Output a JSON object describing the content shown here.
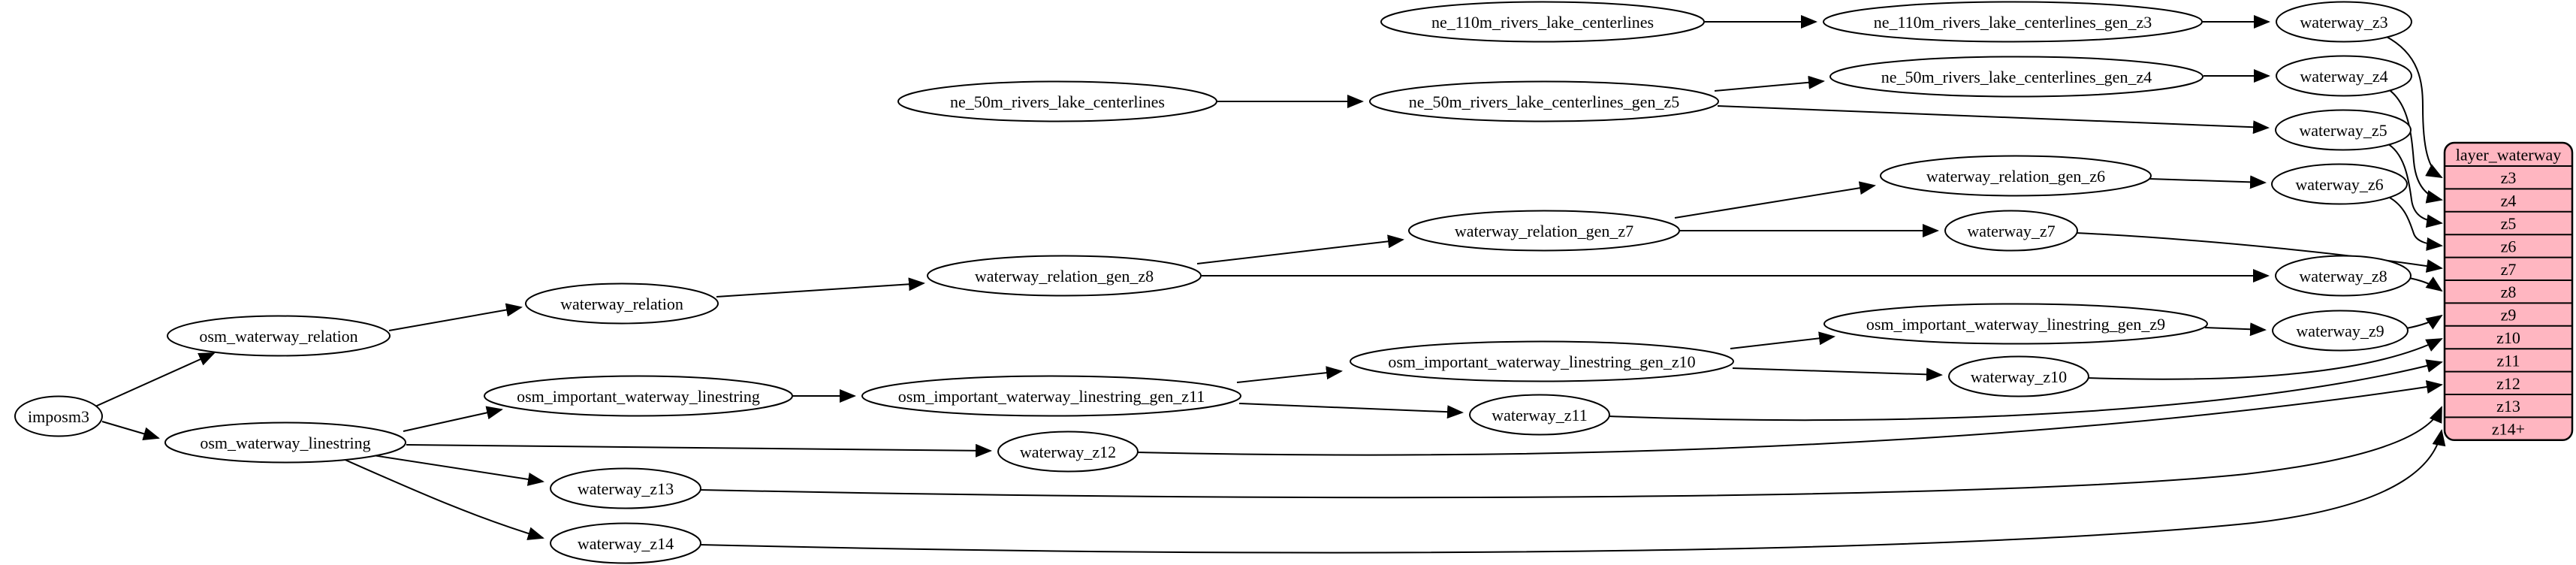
{
  "graph": {
    "background": "#ffffff",
    "node_fill": "#ffffff",
    "node_stroke": "#000000",
    "edge_color": "#000000",
    "nodes": [
      {
        "id": "imposm3",
        "label": "imposm3"
      },
      {
        "id": "osm_waterway_relation",
        "label": "osm_waterway_relation"
      },
      {
        "id": "osm_waterway_linestring",
        "label": "osm_waterway_linestring"
      },
      {
        "id": "waterway_relation",
        "label": "waterway_relation"
      },
      {
        "id": "waterway_relation_gen_z8",
        "label": "waterway_relation_gen_z8"
      },
      {
        "id": "waterway_relation_gen_z7",
        "label": "waterway_relation_gen_z7"
      },
      {
        "id": "waterway_relation_gen_z6",
        "label": "waterway_relation_gen_z6"
      },
      {
        "id": "ne_110m_rivers_lake_centerlines",
        "label": "ne_110m_rivers_lake_centerlines"
      },
      {
        "id": "ne_110m_rivers_lake_centerlines_gen_z3",
        "label": "ne_110m_rivers_lake_centerlines_gen_z3"
      },
      {
        "id": "ne_50m_rivers_lake_centerlines",
        "label": "ne_50m_rivers_lake_centerlines"
      },
      {
        "id": "ne_50m_rivers_lake_centerlines_gen_z5",
        "label": "ne_50m_rivers_lake_centerlines_gen_z5"
      },
      {
        "id": "ne_50m_rivers_lake_centerlines_gen_z4",
        "label": "ne_50m_rivers_lake_centerlines_gen_z4"
      },
      {
        "id": "osm_important_waterway_linestring",
        "label": "osm_important_waterway_linestring"
      },
      {
        "id": "osm_important_waterway_linestring_gen_z11",
        "label": "osm_important_waterway_linestring_gen_z11"
      },
      {
        "id": "osm_important_waterway_linestring_gen_z10",
        "label": "osm_important_waterway_linestring_gen_z10"
      },
      {
        "id": "osm_important_waterway_linestring_gen_z9",
        "label": "osm_important_waterway_linestring_gen_z9"
      },
      {
        "id": "waterway_z3",
        "label": "waterway_z3"
      },
      {
        "id": "waterway_z4",
        "label": "waterway_z4"
      },
      {
        "id": "waterway_z5",
        "label": "waterway_z5"
      },
      {
        "id": "waterway_z6",
        "label": "waterway_z6"
      },
      {
        "id": "waterway_z7",
        "label": "waterway_z7"
      },
      {
        "id": "waterway_z8",
        "label": "waterway_z8"
      },
      {
        "id": "waterway_z9",
        "label": "waterway_z9"
      },
      {
        "id": "waterway_z10",
        "label": "waterway_z10"
      },
      {
        "id": "waterway_z11",
        "label": "waterway_z11"
      },
      {
        "id": "waterway_z12",
        "label": "waterway_z12"
      },
      {
        "id": "waterway_z13",
        "label": "waterway_z13"
      },
      {
        "id": "waterway_z14",
        "label": "waterway_z14"
      }
    ],
    "edges": [
      {
        "from": "imposm3",
        "to": "osm_waterway_relation"
      },
      {
        "from": "imposm3",
        "to": "osm_waterway_linestring"
      },
      {
        "from": "osm_waterway_relation",
        "to": "waterway_relation"
      },
      {
        "from": "waterway_relation",
        "to": "waterway_relation_gen_z8"
      },
      {
        "from": "waterway_relation_gen_z8",
        "to": "waterway_relation_gen_z7"
      },
      {
        "from": "waterway_relation_gen_z8",
        "to": "waterway_z8"
      },
      {
        "from": "waterway_relation_gen_z7",
        "to": "waterway_relation_gen_z6"
      },
      {
        "from": "waterway_relation_gen_z7",
        "to": "waterway_z7"
      },
      {
        "from": "waterway_relation_gen_z6",
        "to": "waterway_z6"
      },
      {
        "from": "ne_110m_rivers_lake_centerlines",
        "to": "ne_110m_rivers_lake_centerlines_gen_z3"
      },
      {
        "from": "ne_110m_rivers_lake_centerlines_gen_z3",
        "to": "waterway_z3"
      },
      {
        "from": "ne_50m_rivers_lake_centerlines",
        "to": "ne_50m_rivers_lake_centerlines_gen_z5"
      },
      {
        "from": "ne_50m_rivers_lake_centerlines_gen_z5",
        "to": "ne_50m_rivers_lake_centerlines_gen_z4"
      },
      {
        "from": "ne_50m_rivers_lake_centerlines_gen_z5",
        "to": "waterway_z5"
      },
      {
        "from": "ne_50m_rivers_lake_centerlines_gen_z4",
        "to": "waterway_z4"
      },
      {
        "from": "osm_waterway_linestring",
        "to": "osm_important_waterway_linestring"
      },
      {
        "from": "osm_waterway_linestring",
        "to": "waterway_z12"
      },
      {
        "from": "osm_waterway_linestring",
        "to": "waterway_z13"
      },
      {
        "from": "osm_waterway_linestring",
        "to": "waterway_z14"
      },
      {
        "from": "osm_important_waterway_linestring",
        "to": "osm_important_waterway_linestring_gen_z11"
      },
      {
        "from": "osm_important_waterway_linestring_gen_z11",
        "to": "osm_important_waterway_linestring_gen_z10"
      },
      {
        "from": "osm_important_waterway_linestring_gen_z11",
        "to": "waterway_z11"
      },
      {
        "from": "osm_important_waterway_linestring_gen_z10",
        "to": "osm_important_waterway_linestring_gen_z9"
      },
      {
        "from": "osm_important_waterway_linestring_gen_z10",
        "to": "waterway_z10"
      },
      {
        "from": "osm_important_waterway_linestring_gen_z9",
        "to": "waterway_z9"
      },
      {
        "from": "waterway_z3",
        "to": "layer_waterway.z3"
      },
      {
        "from": "waterway_z4",
        "to": "layer_waterway.z4"
      },
      {
        "from": "waterway_z5",
        "to": "layer_waterway.z5"
      },
      {
        "from": "waterway_z6",
        "to": "layer_waterway.z6"
      },
      {
        "from": "waterway_z7",
        "to": "layer_waterway.z7"
      },
      {
        "from": "waterway_z8",
        "to": "layer_waterway.z8"
      },
      {
        "from": "waterway_z9",
        "to": "layer_waterway.z9"
      },
      {
        "from": "waterway_z10",
        "to": "layer_waterway.z10"
      },
      {
        "from": "waterway_z11",
        "to": "layer_waterway.z11"
      },
      {
        "from": "waterway_z12",
        "to": "layer_waterway.z12"
      },
      {
        "from": "waterway_z13",
        "to": "layer_waterway.z13"
      },
      {
        "from": "waterway_z14",
        "to": "layer_waterway.z14+"
      }
    ],
    "record": {
      "title": "layer_waterway",
      "fill": "#ffb6c1",
      "rows": [
        "z3",
        "z4",
        "z5",
        "z6",
        "z7",
        "z8",
        "z9",
        "z10",
        "z11",
        "z12",
        "z13",
        "z14+"
      ]
    }
  }
}
